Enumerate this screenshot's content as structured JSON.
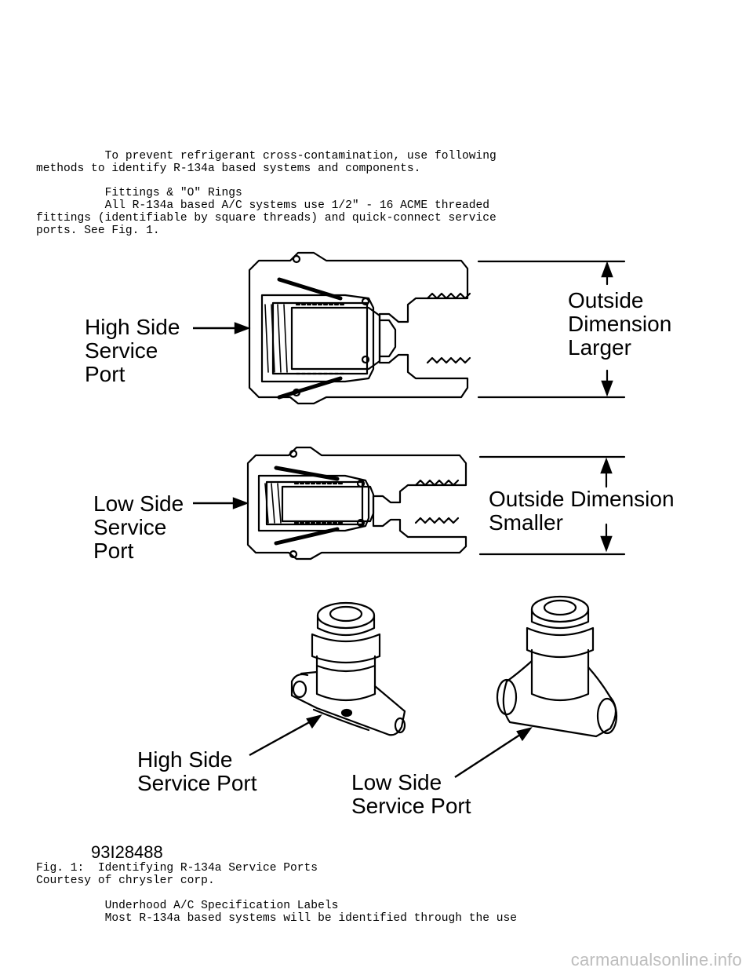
{
  "document": {
    "intro_text": "          To prevent refrigerant cross-contamination, use following\nmethods to identify R-134a based systems and components.\n\n          Fittings & \"O\" Rings\n          All R-134a based A/C systems use 1/2\" - 16 ACME threaded\nfittings (identifiable by square threads) and quick-connect service\nports. See Fig. 1.",
    "caption": "Fig. 1:  Identifying R-134a Service Ports\nCourtesy of chrysler corp.",
    "footer_text": "          Underhood A/C Specification Labels\n          Most R-134a based systems will be identified through the use"
  },
  "figure": {
    "high_side_port_label": "High Side\nService\nPort",
    "low_side_port_label": "Low Side\nService\nPort",
    "outside_dimension_larger": "Outside\nDimension\nLarger",
    "outside_dimension_smaller": "Outside Dimension\nSmaller",
    "high_side_service_port": "High Side\nService Port",
    "low_side_service_port": "Low Side\nService Port",
    "figure_id": "93I28488"
  },
  "watermark": "carmanualsonline.info"
}
